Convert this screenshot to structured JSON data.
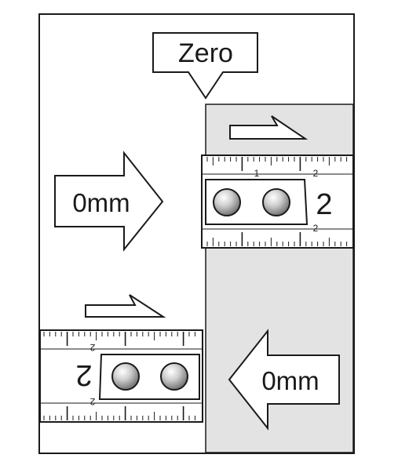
{
  "callout": {
    "text": "Zero"
  },
  "arrow_top": {
    "text": "0mm"
  },
  "arrow_bottom": {
    "text": "0mm"
  },
  "tape_top": {
    "big_digit": "2",
    "small_top": "2",
    "small_bottom": "2",
    "small_one": "1"
  },
  "tape_bottom": {
    "big_digit": "2",
    "small_top": "2",
    "small_bottom": "2"
  },
  "colors": {
    "panel": "#e3e3e3",
    "outline": "#1a1a1a",
    "background": "#ffffff"
  }
}
